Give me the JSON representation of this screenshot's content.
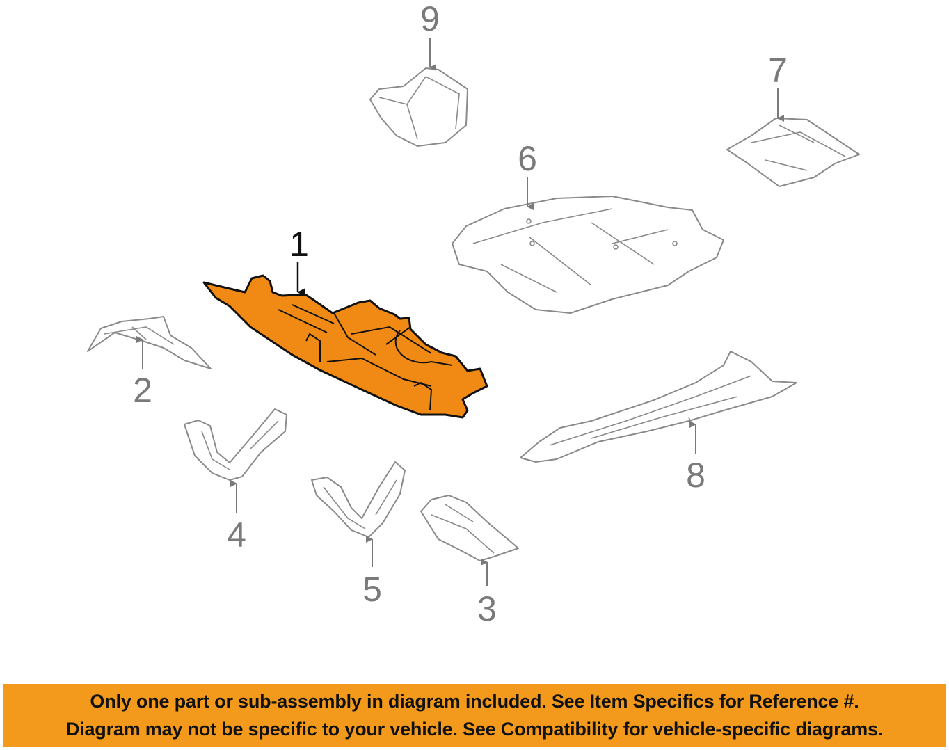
{
  "diagram": {
    "highlight_color": "#f08a14",
    "callouts": {
      "c1": "1",
      "c2": "2",
      "c3": "3",
      "c4": "4",
      "c5": "5",
      "c6": "6",
      "c7": "7",
      "c8": "8",
      "c9": "9"
    }
  },
  "banner": {
    "color": "#f39a1c",
    "line1": "Only one part or sub-assembly in diagram included. See Item Specifics for Reference #.",
    "line2": "Diagram may not be specific to your vehicle. See Compatibility for vehicle-specific diagrams."
  }
}
